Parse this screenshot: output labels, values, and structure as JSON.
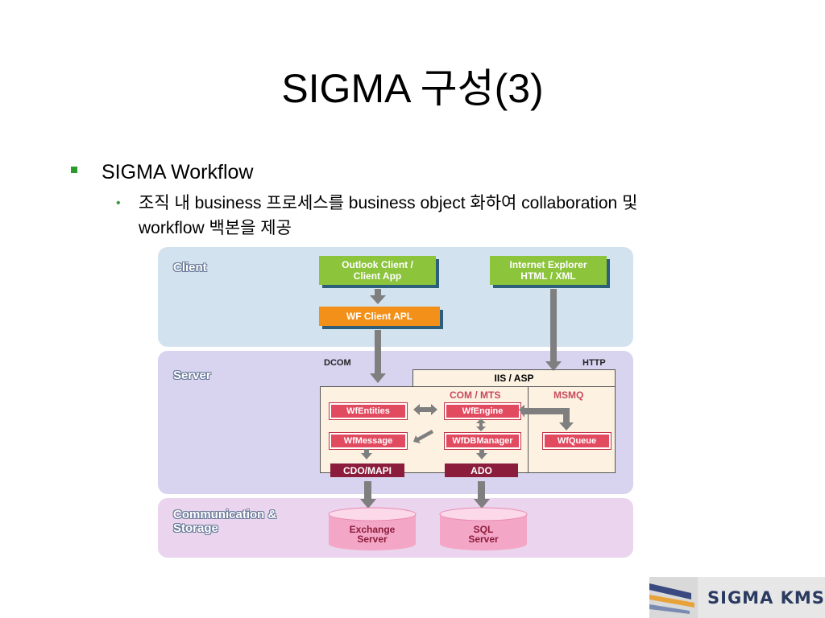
{
  "slide": {
    "title": "SIGMA 구성(3)",
    "bullet1": "SIGMA Workflow",
    "bullet2": "조직 내 business 프로세스를 business object 화하여 collaboration 및 workflow 백본을 제공"
  },
  "diagram": {
    "layers": {
      "client": "Client",
      "server": "Server",
      "storage_line1": "Communication &",
      "storage_line2": "Storage"
    },
    "client": {
      "outlook_line1": "Outlook Client /",
      "outlook_line2": "Client App",
      "ie_line1": "Internet Explorer",
      "ie_line2": "HTML / XML",
      "wf_client": "WF Client APL"
    },
    "server": {
      "dcom": "DCOM",
      "http": "HTTP",
      "iis": "IIS / ASP",
      "com_mts": "COM / MTS",
      "msmq": "MSMQ",
      "wf_entities": "WfEntities",
      "wf_engine": "WfEngine",
      "wf_message": "WfMessage",
      "wf_dbmanager": "WfDBManager",
      "wf_queue": "WfQueue",
      "cdo_mapi": "CDO/MAPI",
      "ado": "ADO"
    },
    "storage": {
      "exchange_line1": "Exchange",
      "exchange_line2": "Server",
      "sql_line1": "SQL",
      "sql_line2": "Server"
    },
    "colors": {
      "client_layer": "#d3e2ef",
      "server_layer": "#d8d4f0",
      "storage_layer": "#ead4ee",
      "green_box": "#8cc43c",
      "orange_box": "#f39019",
      "component": "#e24a60",
      "data_access": "#8c1c3c",
      "arrow": "#7f7f7f"
    }
  },
  "logo": {
    "text": "SIGMA KMS"
  }
}
